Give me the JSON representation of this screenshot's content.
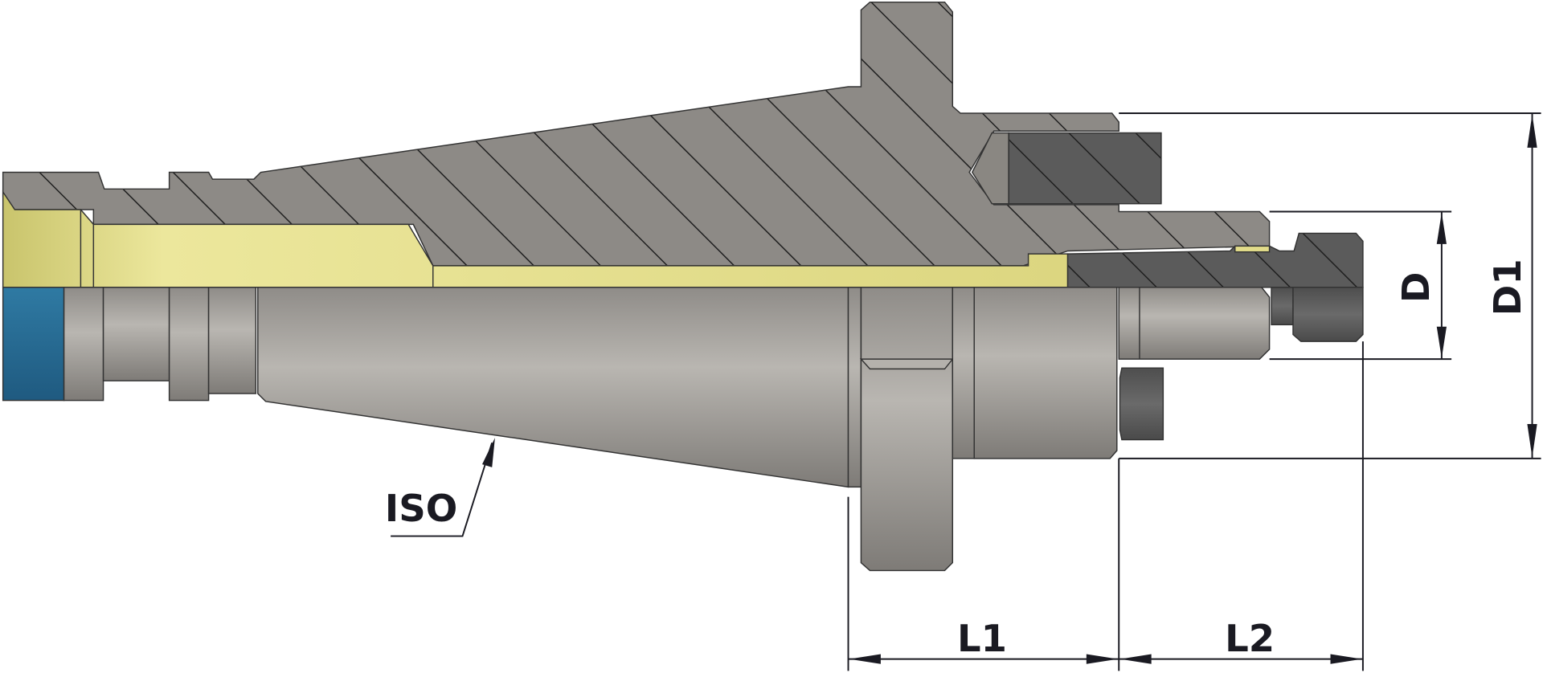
{
  "labels": {
    "iso": "ISO",
    "l1": "L1",
    "l2": "L2",
    "d": "D",
    "d1": "D1"
  },
  "colors": {
    "section_gray": "#8d8a86",
    "dark_part": "#5b5b5b",
    "brass": "#e2dc8a",
    "blue_ring": "#2a6a92",
    "dimension_line": "#1a1a22"
  }
}
